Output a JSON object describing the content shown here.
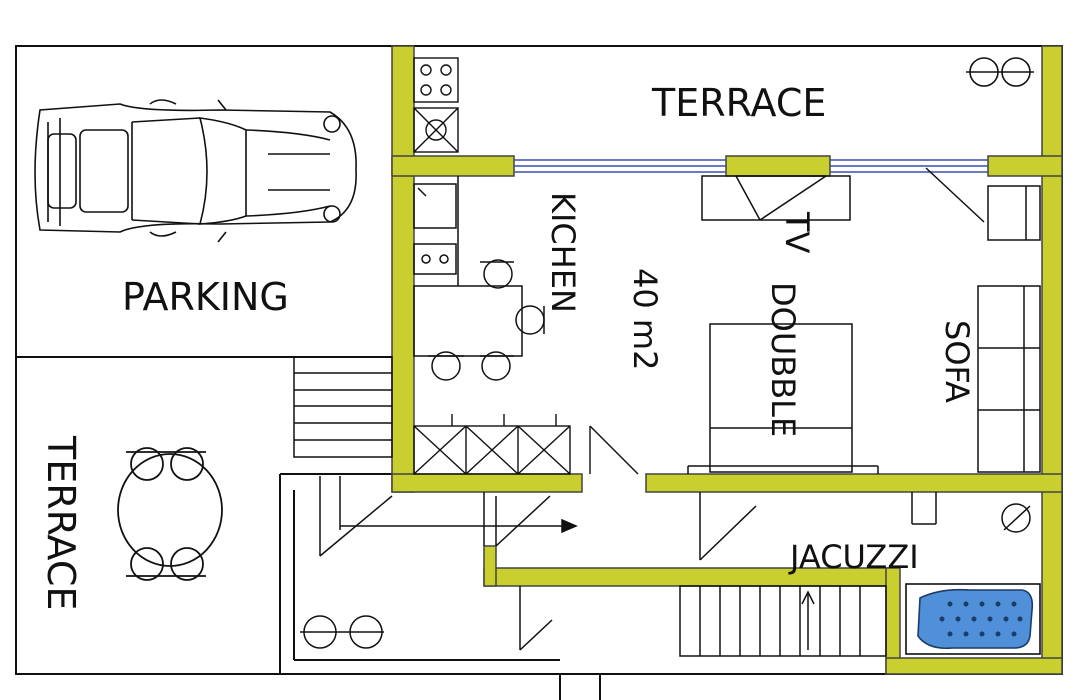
{
  "labels": {
    "terrace_top": "TERRACE",
    "parking": "PARKING",
    "terrace_left": "TERRACE",
    "kitchen": "KICHEN",
    "area": "40 m2",
    "tv": "TV",
    "double": "DOUBBLE",
    "sofa": "SOFA",
    "jacuzzi": "JACUZZI"
  },
  "colors": {
    "wall": "#c8cf2f",
    "line": "#111111",
    "window": "#3a4fb0",
    "jacuzzi_tub": "#4f90d8"
  }
}
